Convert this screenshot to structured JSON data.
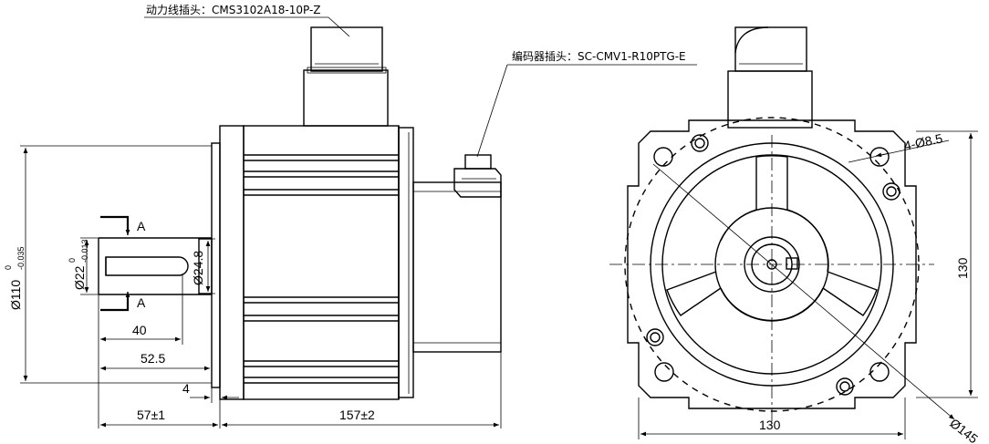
{
  "callouts": {
    "power_connector": "动力线插头：CMS3102A18-10P-Z",
    "encoder_connector": "编码器插头：SC-CMV1-R10PTG-E"
  },
  "section_marks": {
    "top": "A",
    "bottom": "A"
  },
  "dimensions": {
    "flange_diameter": {
      "value": "Ø110",
      "upper": "0",
      "lower": "-0.035"
    },
    "shaft_diameter": {
      "value": "Ø22",
      "upper": "0",
      "lower": "-0.013"
    },
    "key_height": "Ø24.8",
    "key_length": "40",
    "shaft_length": "52.5",
    "flange_thickness": "4",
    "shaft_total": "57±1",
    "body_length": "157±2",
    "bolt_holes": "4-Ø8.5",
    "flange_height": "130",
    "flange_width": "130",
    "pcd": "Ø145"
  }
}
